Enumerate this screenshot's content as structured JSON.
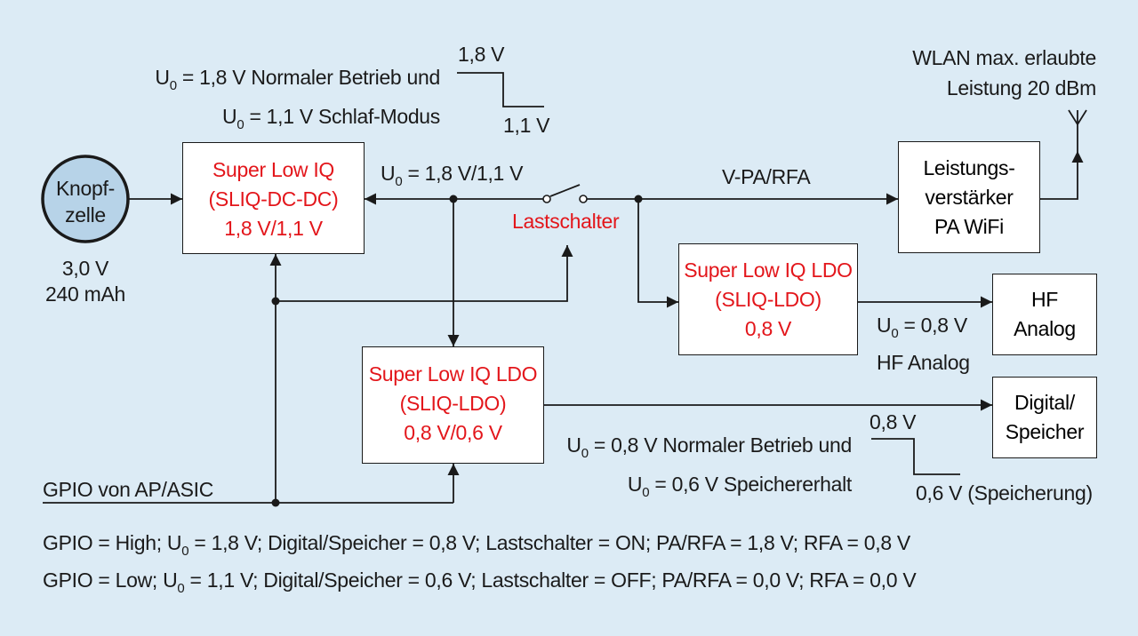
{
  "colors": {
    "background": "#dcebf5",
    "accent_red": "#e3161b",
    "battery_fill": "#b7d3e8",
    "line": "#1a1a1a"
  },
  "battery": {
    "line1": "Knopf-",
    "line2": "zelle",
    "voltage": "3,0 V",
    "capacity": "240 mAh"
  },
  "dcdc": {
    "line1": "Super Low IQ",
    "line2": "(SLIQ-DC-DC)",
    "line3": "1,8 V/1,1 V"
  },
  "top_note": {
    "u1": "U",
    "s1": "0",
    "r1": " = 1,8 V Normaler Betrieb und",
    "u2": "U",
    "s2": "0",
    "r2": " = 1,1 V Schlaf-Modus"
  },
  "top_wave": {
    "high": "1,8 V",
    "low": "1,1 V"
  },
  "main_bus": {
    "u": "U",
    "s": "0",
    "r": " = 1,8 V/1,1 V"
  },
  "switch_label": "Lastschalter",
  "vpa_label": "V-PA/RFA",
  "pa": {
    "line1": "Leistungs-",
    "line2": "verstärker",
    "line3": "PA WiFi"
  },
  "wlan": {
    "line1": "WLAN max. erlaubte",
    "line2": "Leistung 20 dBm"
  },
  "ldo_hf": {
    "line1": "Super Low IQ LDO",
    "line2": "(SLIQ-LDO)",
    "line3": "0,8 V"
  },
  "hf_out": {
    "u": "U",
    "s": "0",
    "r": " = 0,8 V",
    "line2": "HF Analog"
  },
  "hf_box": {
    "line1": "HF",
    "line2": "Analog"
  },
  "ldo_dig": {
    "line1": "Super Low IQ LDO",
    "line2": "(SLIQ-LDO)",
    "line3": "0,8 V/0,6 V"
  },
  "dig_box": {
    "line1": "Digital/",
    "line2": "Speicher"
  },
  "dig_note": {
    "u1": "U",
    "s1": "0",
    "r1": " = 0,8 V Normaler Betrieb und",
    "u2": "U",
    "s2": "0",
    "r2": " = 0,6 V Speichererhalt"
  },
  "dig_wave": {
    "high": "0,8 V",
    "low": "0,6 V (Speicherung)"
  },
  "gpio_label": "GPIO von AP/ASIC",
  "footer": {
    "line1_a": "GPIO = High; U",
    "line1_s": "0",
    "line1_b": " = 1,8 V; Digital/Speicher = 0,8 V; Lastschalter = ON; PA/RFA = 1,8 V; RFA = 0,8 V",
    "line2_a": "GPIO = Low; U",
    "line2_s": "0",
    "line2_b": " = 1,1 V; Digital/Speicher = 0,6 V; Lastschalter = OFF; PA/RFA = 0,0 V; RFA = 0,0 V"
  }
}
